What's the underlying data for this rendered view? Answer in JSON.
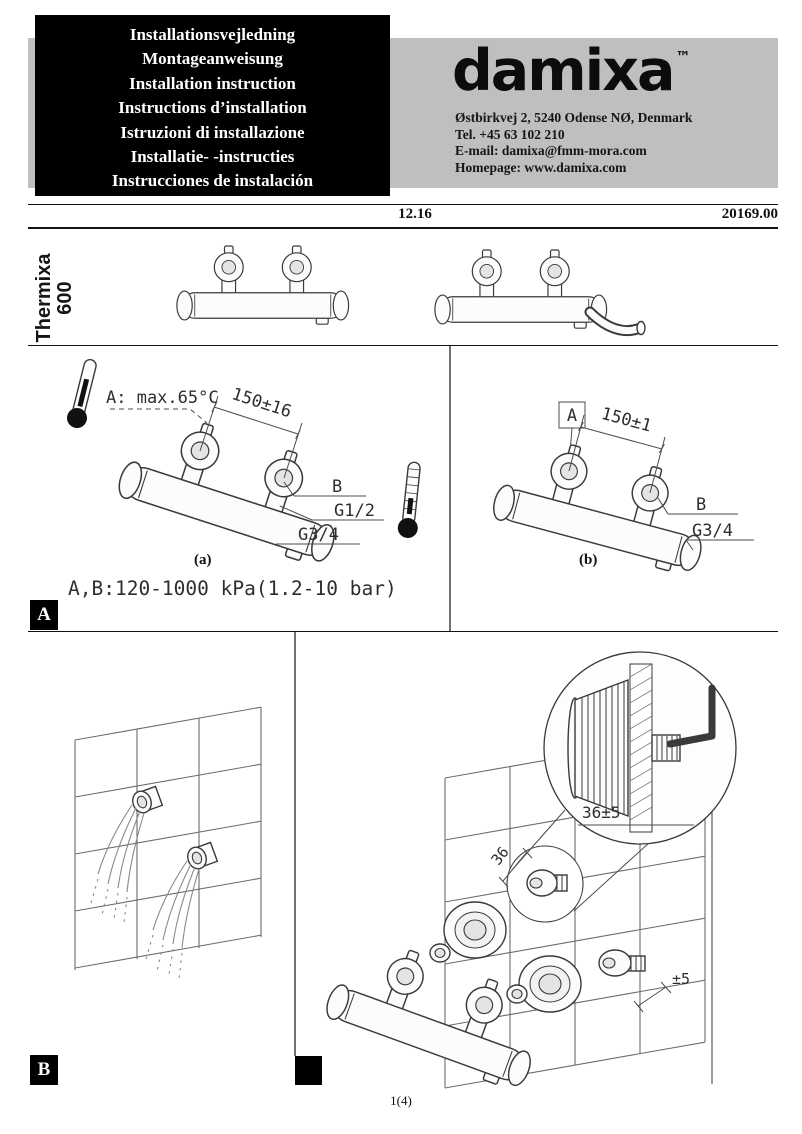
{
  "header": {
    "languages": [
      "Installationsvejledning",
      "Montageanweisung",
      "Installation instruction",
      "Instructions d’installation",
      "Istruzioni di installazione",
      "Installatie- -instructies",
      "Instrucciones de instalación"
    ],
    "brand": {
      "logo": "damixa",
      "trademark": "™",
      "address": "Østbirkvej 2, 5240 Odense NØ, Denmark",
      "phone": "Tel. +45 63 102 210",
      "email": "E-mail: damixa@fmm-mora.com",
      "homepage": "Homepage: www.damixa.com"
    },
    "issue": "12.16",
    "doc_number": "20169.00"
  },
  "product": {
    "name": "Thermixa",
    "model": "600"
  },
  "section_a": {
    "label": "A",
    "drawing_a": {
      "max_temp": "A: max.65°C",
      "distance": "150±16",
      "port": "B",
      "thread_port": "G1/2",
      "thread_outlet": "G3/4",
      "caption": "(a)"
    },
    "drawing_b": {
      "port_a": "A",
      "distance": "150±1",
      "port_b": "B",
      "thread": "G3/4",
      "caption": "(b)"
    },
    "pressure": "A,B:120-1000 kPa(1.2-10 bar)"
  },
  "section_b": {
    "label": "B",
    "detail_dim": "36±5",
    "depth_dim": "36",
    "tolerance_dim": "±5"
  },
  "footer": {
    "page": "1(4)"
  }
}
